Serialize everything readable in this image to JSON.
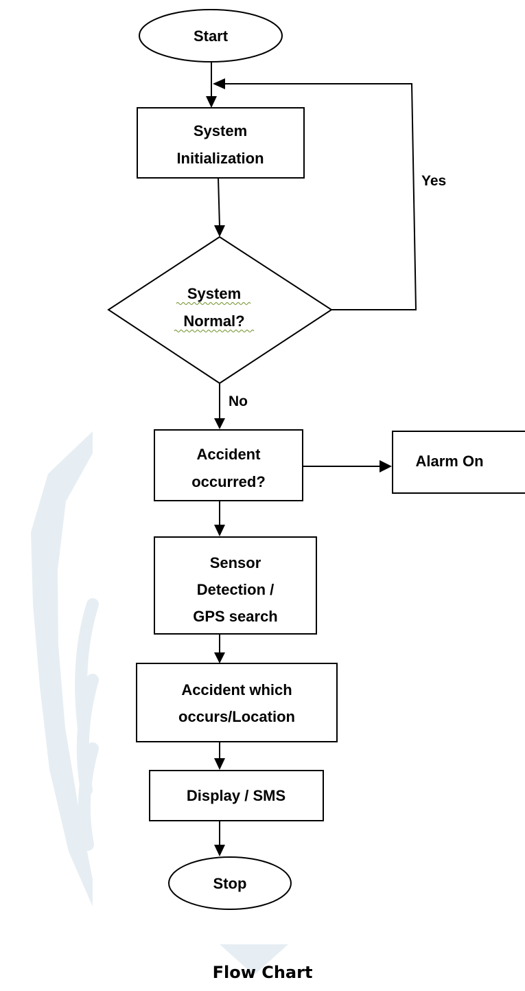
{
  "nodes": {
    "start": "Start",
    "init": [
      "System",
      "Initialization"
    ],
    "decision": [
      "System",
      "Normal?"
    ],
    "accident": [
      "Accident",
      "occurred?"
    ],
    "alarm": "Alarm On",
    "sensor": [
      "Sensor",
      "Detection /",
      "GPS search"
    ],
    "location": [
      "Accident which",
      "occurs/Location"
    ],
    "display": "Display / SMS",
    "stop": "Stop"
  },
  "edges": {
    "yes_label": "Yes",
    "no_label": "No"
  },
  "caption": "Flow Chart",
  "colors": {
    "stroke": "#000000",
    "watermark": "#e6eef3",
    "spellcheck": "#6b8e23"
  }
}
